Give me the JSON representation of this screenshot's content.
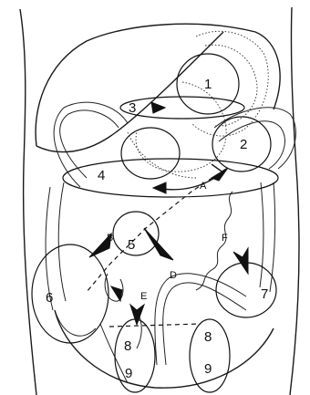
{
  "zones": {
    "z1": "1",
    "z2": "2",
    "z3": "3",
    "z4": "4",
    "z5": "5",
    "z6": "6",
    "z7": "7",
    "z8a": "8",
    "z8b": "8",
    "z9a": "9",
    "z9b": "9"
  },
  "arrows": {
    "a": "A",
    "b": "B",
    "d": "D",
    "e": "E",
    "f": "F"
  }
}
